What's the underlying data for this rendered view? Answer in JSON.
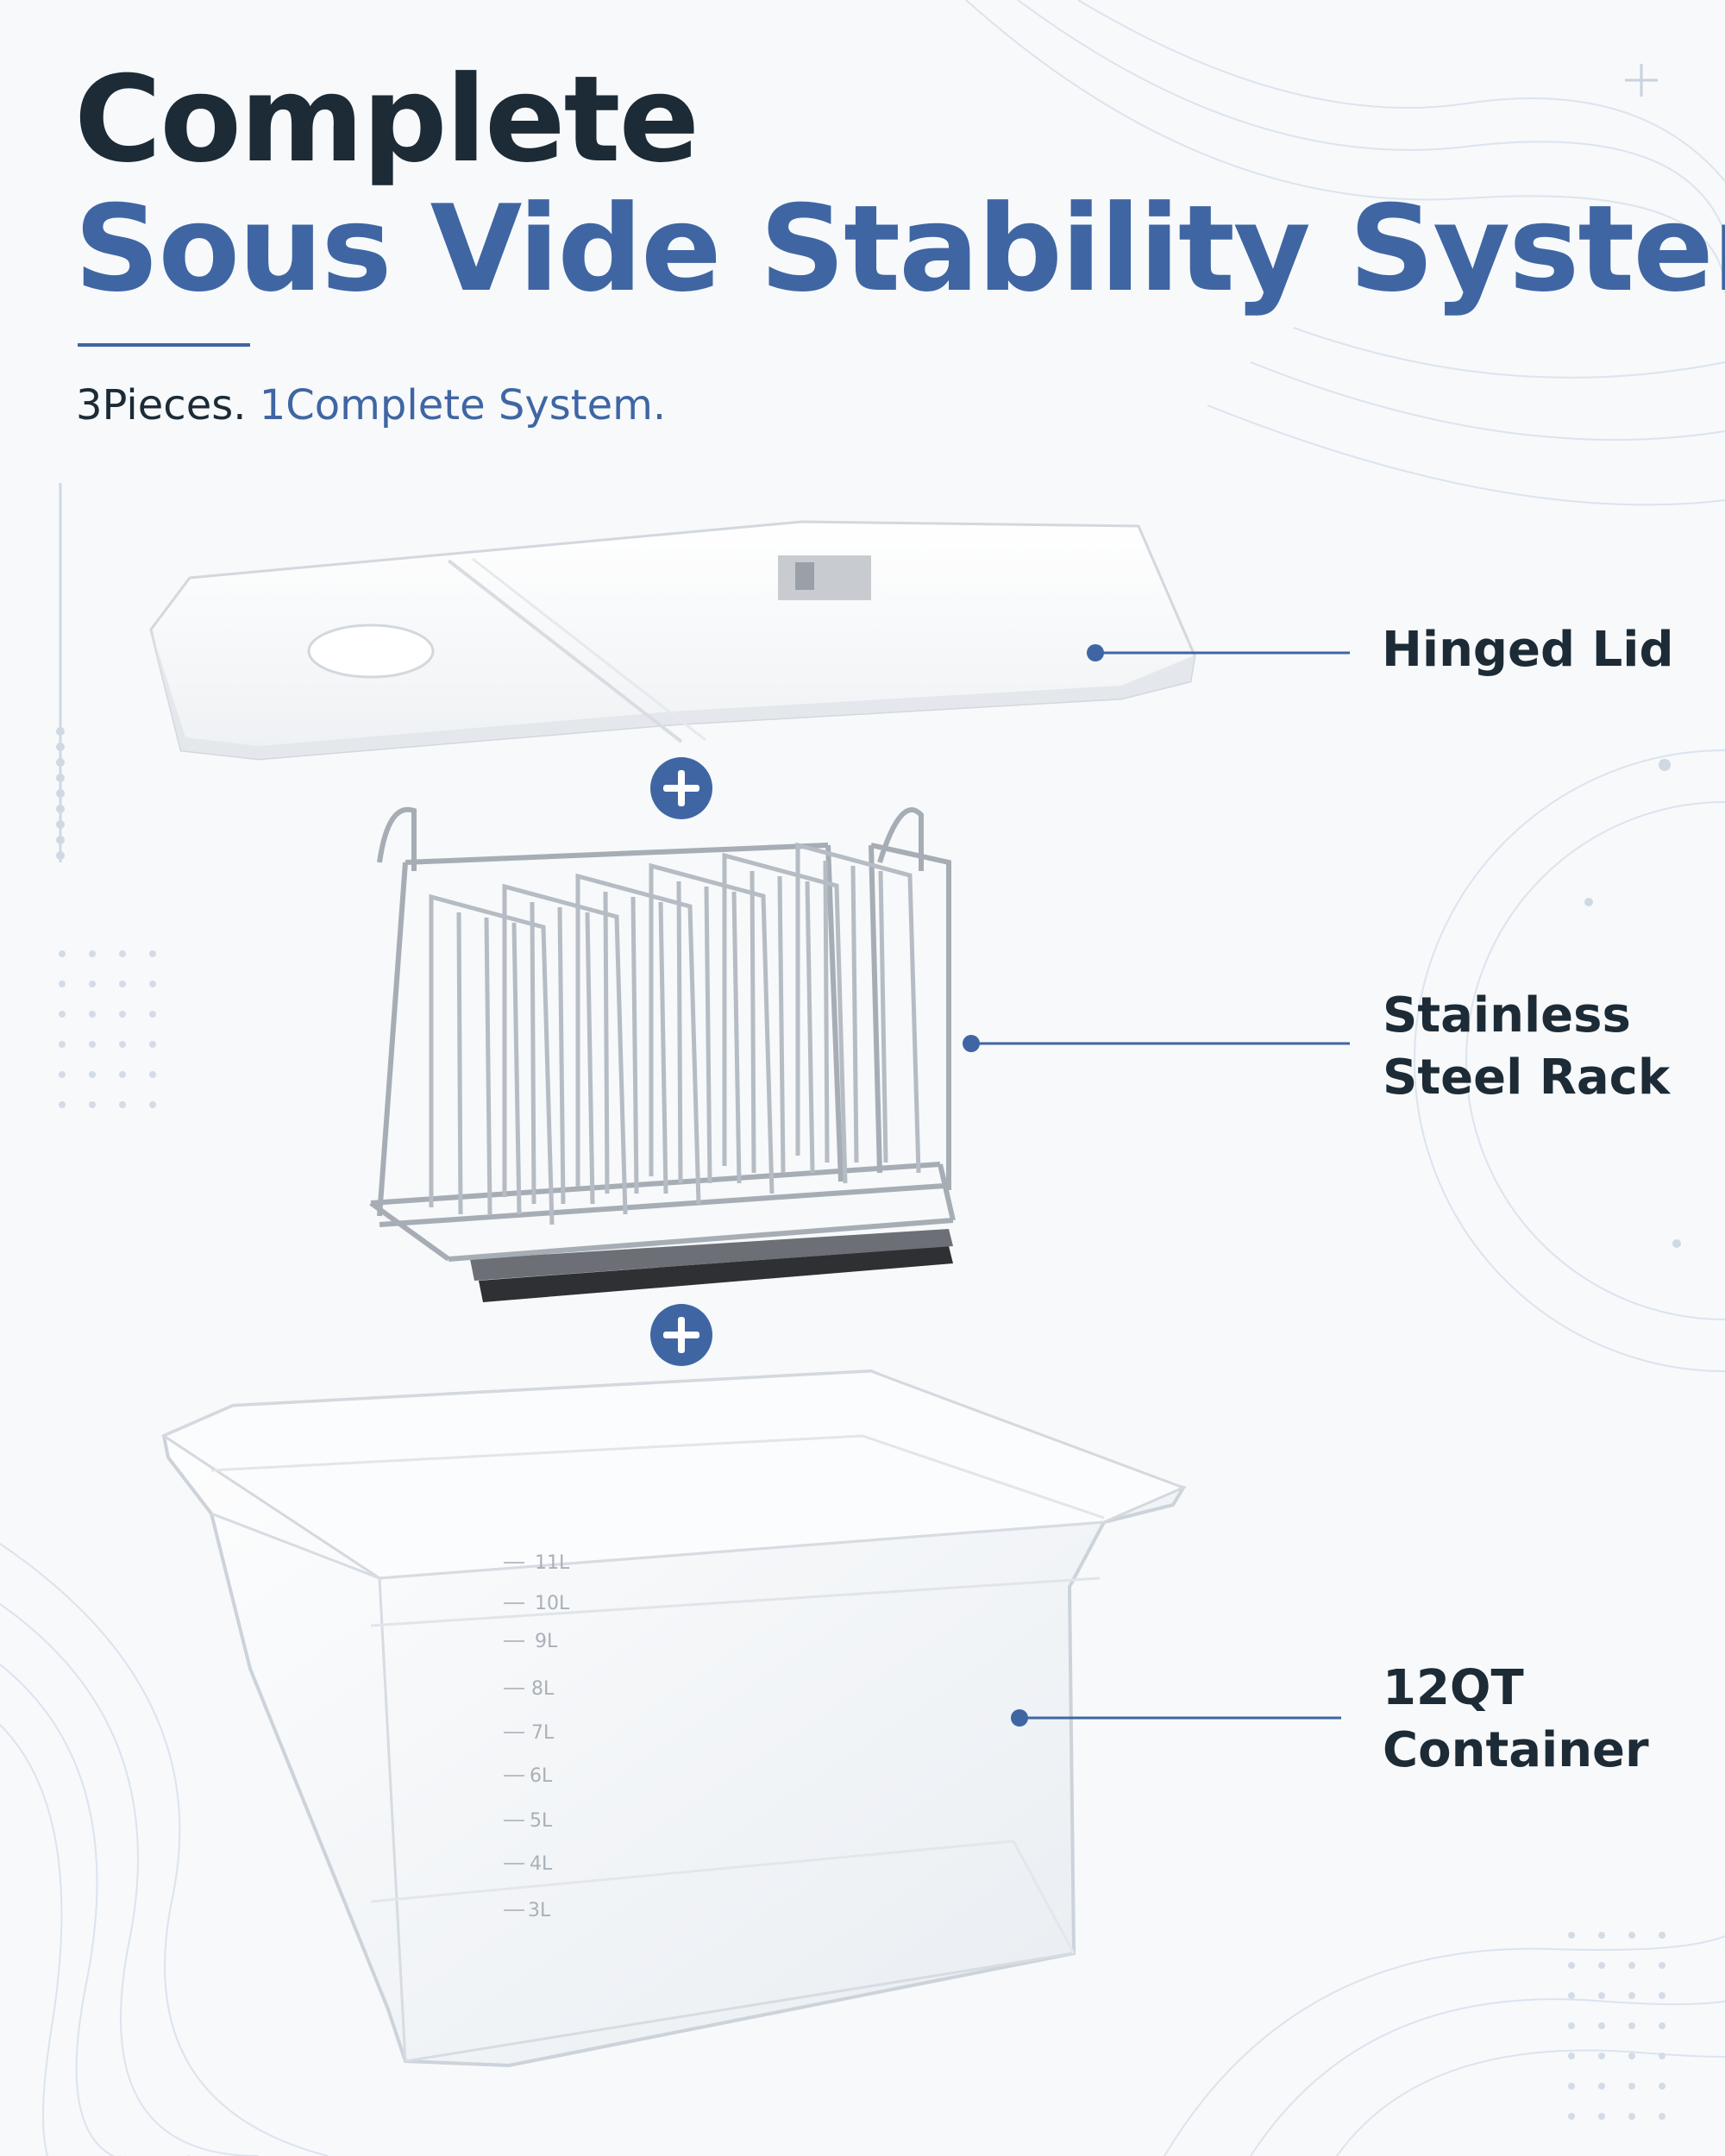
{
  "headline": {
    "line1": "Complete",
    "line2": "Sous Vide Stability System"
  },
  "tagline": {
    "part1": "3Pieces.",
    "part2": "1Complete System."
  },
  "parts": [
    {
      "lines": [
        "Hinged Lid"
      ]
    },
    {
      "lines": [
        "Stainless",
        "Steel Rack"
      ]
    },
    {
      "lines": [
        "12QT",
        "Container"
      ]
    }
  ],
  "container_markings": [
    "11L",
    "10L",
    "9L",
    "8L",
    "7L",
    "6L",
    "5L",
    "4L",
    "3L"
  ],
  "colors": {
    "brand_blue": "#3f66a3",
    "dark_text": "#1c2b36",
    "background": "#f7f9fb"
  },
  "icons": [
    "plus-circle-icon",
    "plus-circle-icon"
  ]
}
